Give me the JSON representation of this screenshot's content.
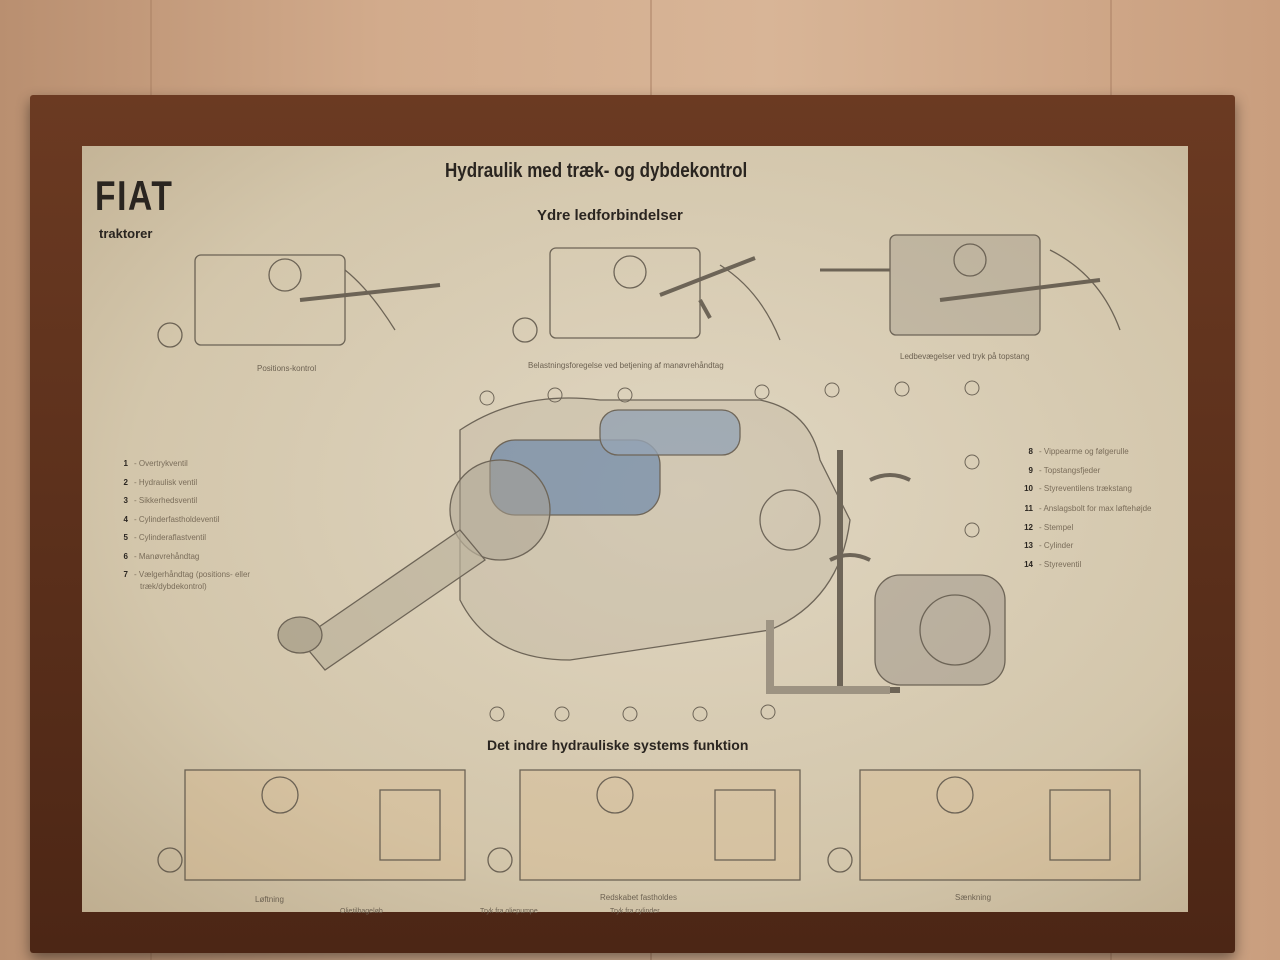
{
  "poster": {
    "brand": "FIAT",
    "brand_sub": "traktorer",
    "title": "Hydraulik med træk- og dybdekontrol",
    "section_top": "Ydre ledforbindelser",
    "top_captions": [
      "Positions-kontrol",
      "Belastningsforegelse ved betjening af manøvrehåndtag",
      "Ledbevægelser ved tryk på topstang"
    ],
    "section_bottom": "Det indre hydrauliske systems funktion",
    "bottom_captions": [
      "Løftning",
      "Redskabet fastholdes",
      "Sænkning"
    ],
    "bottom_subcaptions": [
      "Olietilbageløb",
      "Tryk fra oliepumpe",
      "Tryk fra cylinder"
    ],
    "legend_left": [
      {
        "n": "1",
        "label": "Overtrykventil"
      },
      {
        "n": "2",
        "label": "Hydraulisk ventil"
      },
      {
        "n": "3",
        "label": "Sikkerhedsventil"
      },
      {
        "n": "4",
        "label": "Cylinderfastholdeventil"
      },
      {
        "n": "5",
        "label": "Cylinderaflastventil"
      },
      {
        "n": "6",
        "label": "Manøvrehåndtag"
      },
      {
        "n": "7",
        "label": "Vælgerhåndtag (positions- eller træk/dybdekontrol)"
      }
    ],
    "legend_right": [
      {
        "n": "8",
        "label": "Vippearme og følgerulle"
      },
      {
        "n": "9",
        "label": "Topstangsfjeder"
      },
      {
        "n": "10",
        "label": "Styreventilens trækstang"
      },
      {
        "n": "11",
        "label": "Anslagsbolt for max løftehøjde"
      },
      {
        "n": "12",
        "label": "Stempel"
      },
      {
        "n": "13",
        "label": "Cylinder"
      },
      {
        "n": "14",
        "label": "Styreventil"
      }
    ]
  },
  "colors": {
    "wall": "#d2ab8c",
    "frame": "#5a2e1a",
    "paper": "#d8cdb6",
    "cylinder": "#5f7fa6"
  }
}
